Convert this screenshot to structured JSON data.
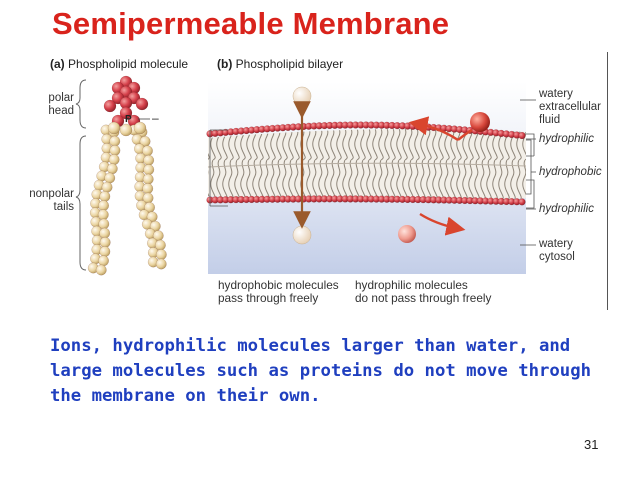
{
  "title": "Semipermeable Membrane",
  "panel_a": {
    "letter": "(a)",
    "caption": "Phospholipid molecule"
  },
  "panel_b": {
    "letter": "(b)",
    "caption": "Phospholipid bilayer"
  },
  "left_labels": {
    "polar_head": "polar\nhead",
    "nonpolar_tails": "nonpolar\ntails",
    "phosphate": "P",
    "minus": "–"
  },
  "right_labels": {
    "extracellular": "watery\nextracellular\nfluid",
    "hydrophilic_top": "hydrophilic",
    "hydrophobic": "hydrophobic",
    "hydrophilic_bottom": "hydrophilic",
    "cytosol": "watery\ncytosol"
  },
  "bottom_captions": {
    "hydrophobic_pass": "hydrophobic molecules\npass through freely",
    "hydrophilic_nopass": "hydrophilic molecules\ndo not pass through freely"
  },
  "body_text": "Ions, hydrophilic molecules larger than water, and large molecules such as proteins do not move through the membrane on their own.",
  "page_number": "31",
  "colors": {
    "title": "#d9231c",
    "body_text": "#1f3fbf",
    "fluid_top": "#ffffff",
    "fluid_bottom": "#c7d2ea",
    "head": "#c9343f",
    "tail": "#e6cf98"
  }
}
